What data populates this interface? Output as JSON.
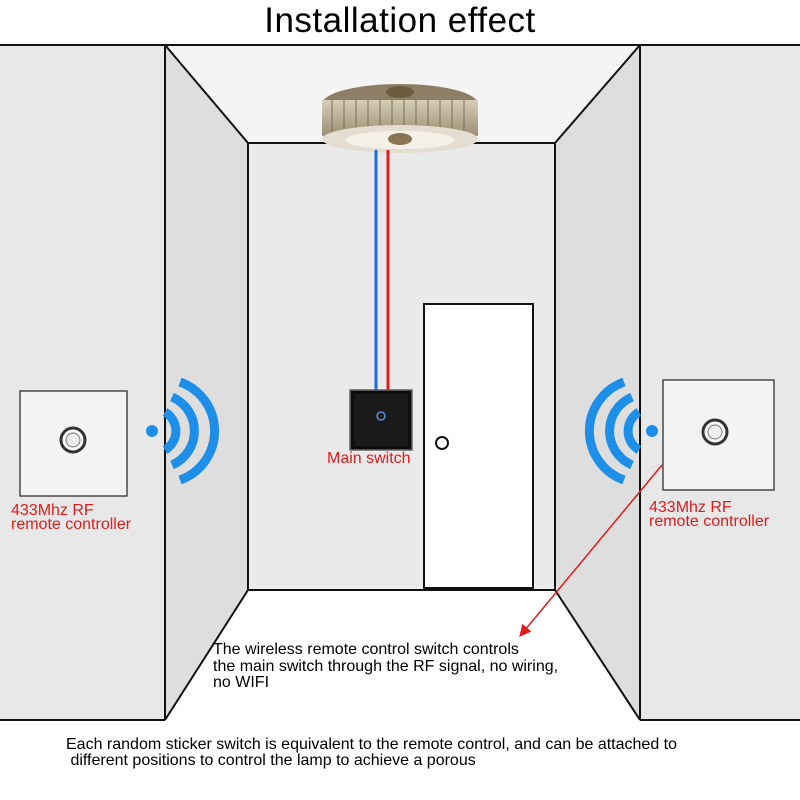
{
  "title": "Installation effect",
  "main_switch_label": "Main switch",
  "left_remote": {
    "line1": "433Mhz RF",
    "line2": "remote controller"
  },
  "right_remote": {
    "line1": "433Mhz RF",
    "line2": "remote controller"
  },
  "center_note": {
    "line1": "The wireless remote control switch controls",
    "line2": "the main switch through the RF signal, no wiring,",
    "line3": "no WIFI"
  },
  "bottom_note": {
    "line1": "Each random sticker switch is equivalent to the remote control, and can be attached to",
    "line2": " different positions to control the lamp to achieve a porous"
  },
  "colors": {
    "label_red": "#e11b1b",
    "wire_blue": "#1f6fd1",
    "wire_red": "#e0201c",
    "signal_blue": "#1e8fe8",
    "wall": "#e6e6e6",
    "wall_light": "#f2f2f2"
  }
}
